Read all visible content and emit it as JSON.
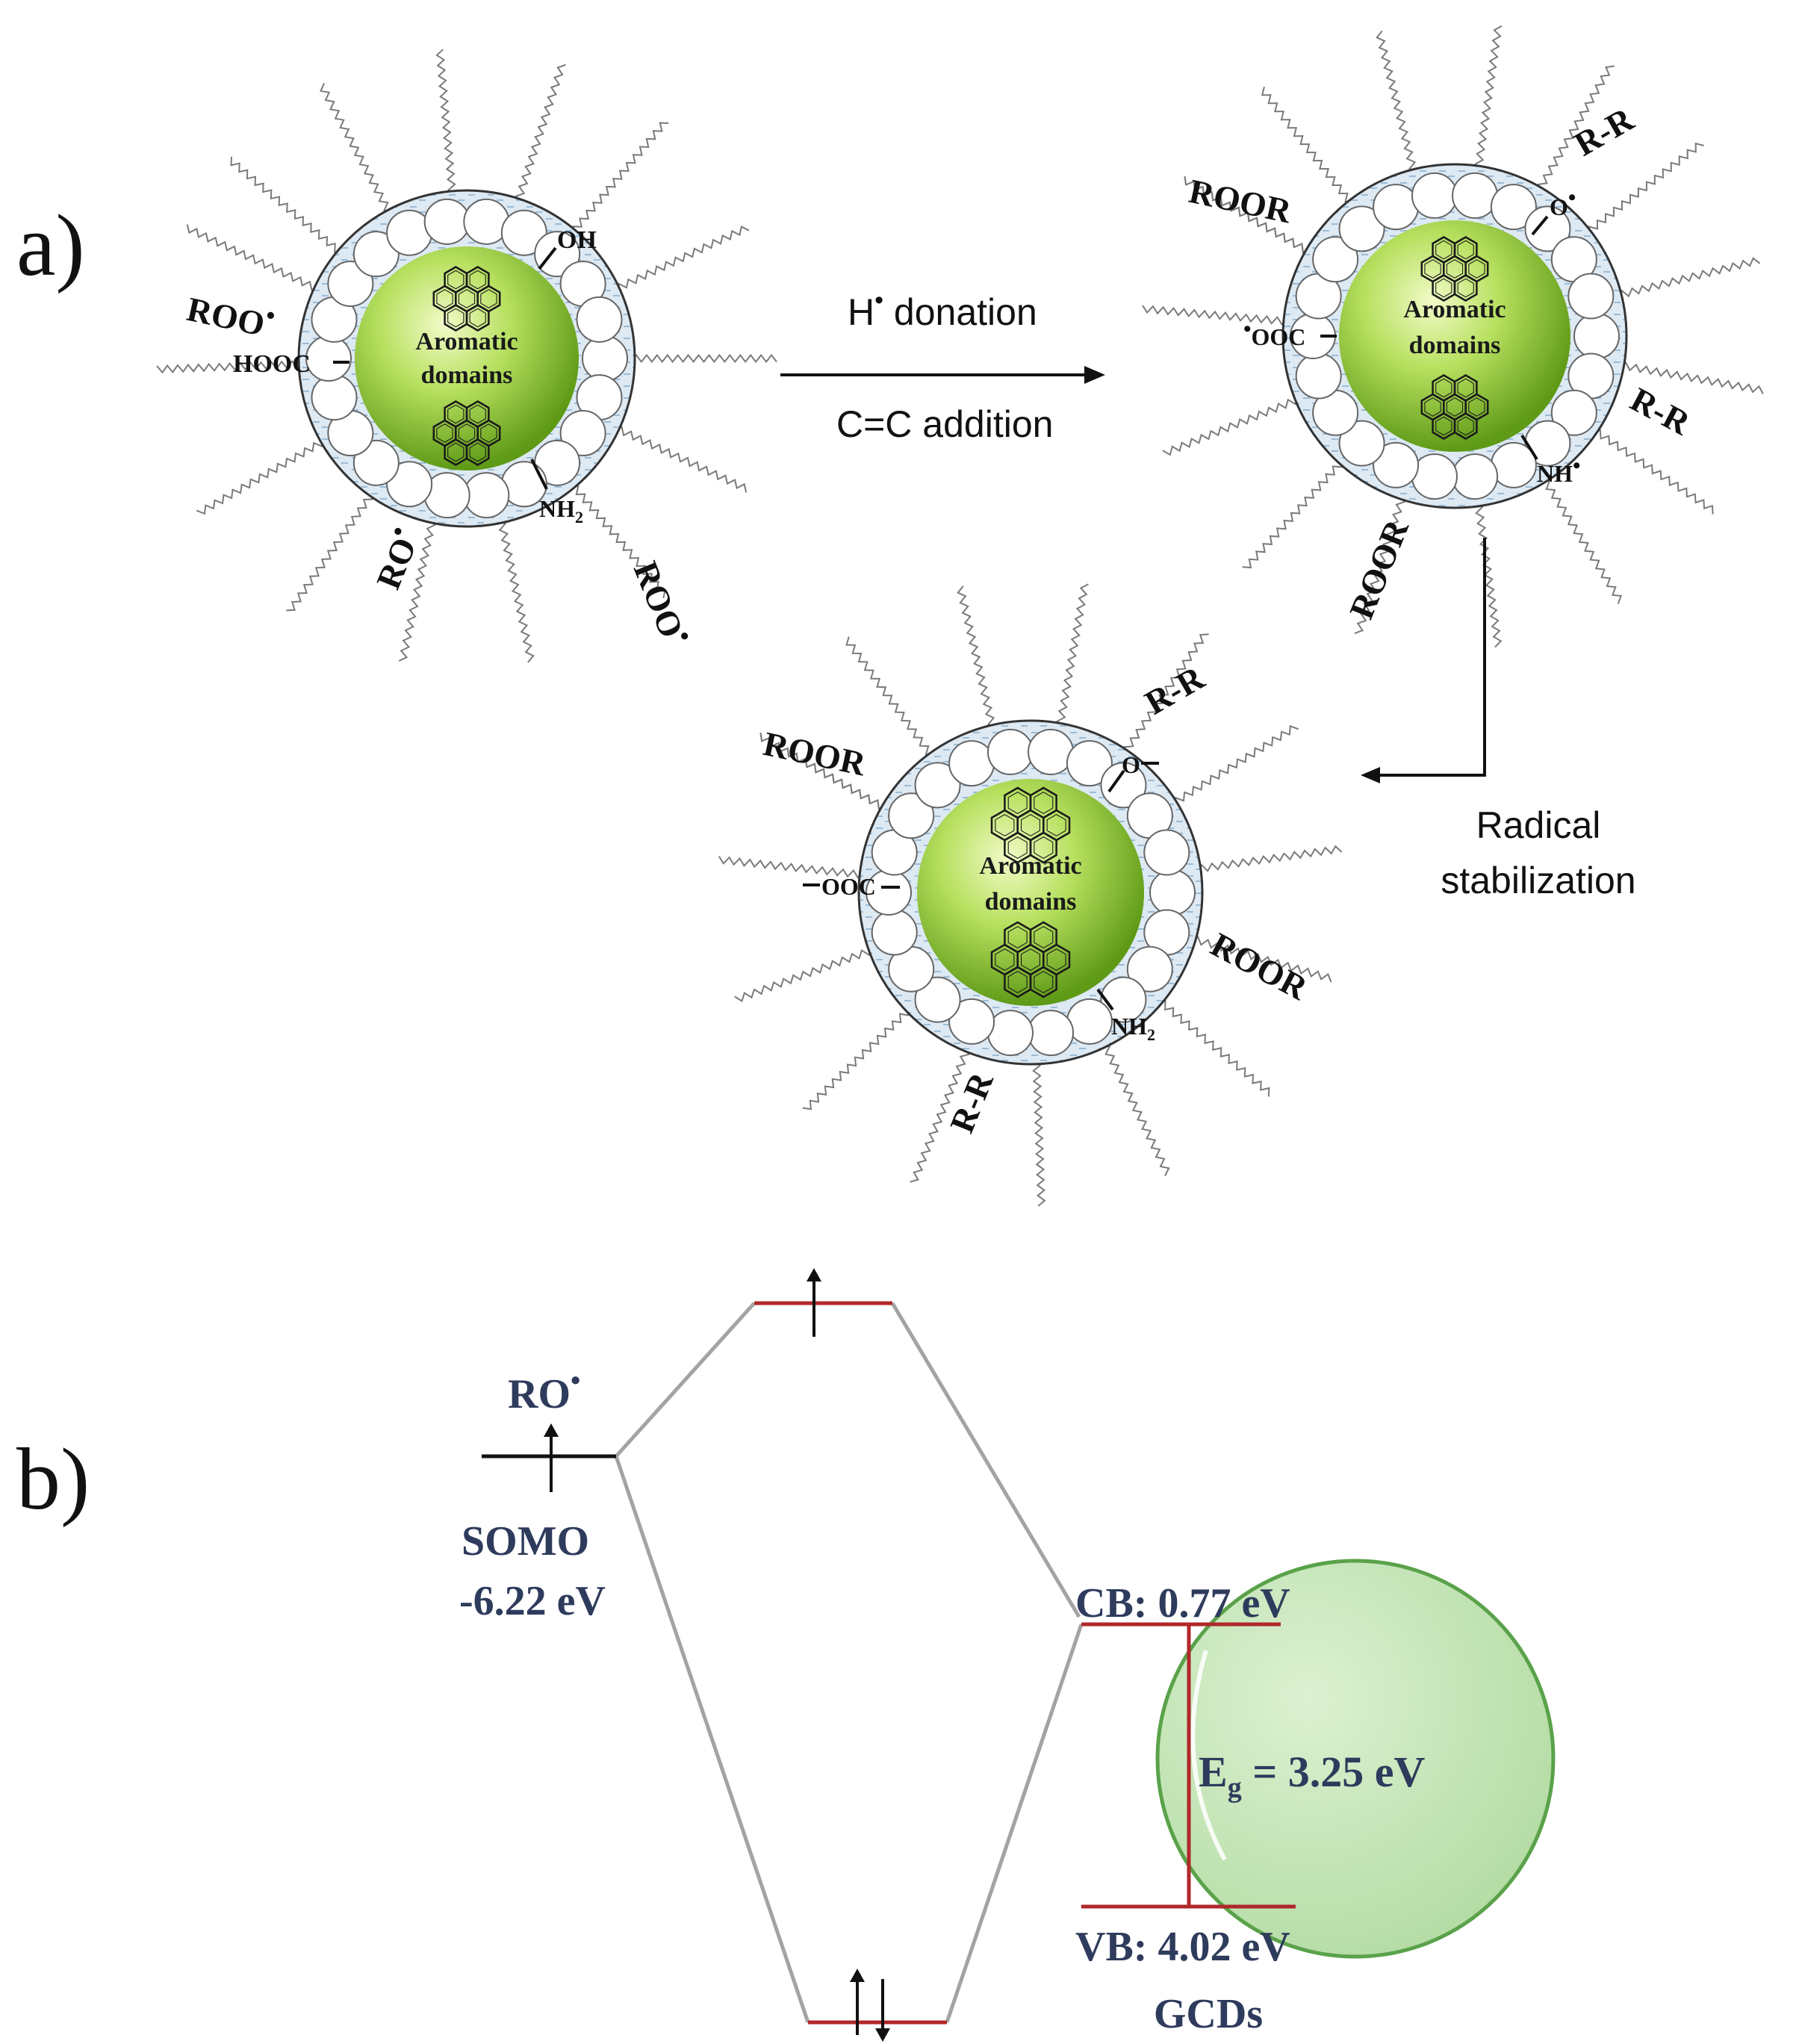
{
  "colors": {
    "shell_fill": "#dde9f3",
    "core_light": "#eef9c0",
    "core_mid": "#a6d84e",
    "core_dark": "#5e9a16",
    "level_red": "#b0282a",
    "connector_gray": "#a0a0a0",
    "mo_text": "#2e3b5c",
    "gcd_fill": "#bfe3b2",
    "gcd_stroke": "#5aa24a"
  },
  "panel_a": {
    "label": "a)",
    "core_label_line1": "Aromatic",
    "core_label_line2": "domains",
    "reaction_arrow_top": "H",
    "reaction_arrow_top_sup": "•",
    "reaction_arrow_top_rest": " donation",
    "reaction_arrow_bottom": "C=C addition",
    "stabilization_line1": "Radical",
    "stabilization_line2": "stabilization",
    "particle1": {
      "oh": "OH",
      "hooc": "HOOC",
      "nh2_main": "NH",
      "nh2_sub": "2",
      "roo_left": "ROO",
      "roo_right": "ROO",
      "ro": "RO",
      "dot": "•"
    },
    "particle2": {
      "o_radical": "O",
      "ooc_radical": "OOC",
      "nh_radical": "NH",
      "roor_top": "ROOR",
      "roor_bottom": "ROOR",
      "rr_top": "R-R",
      "rr_right": "R-R",
      "dot": "•"
    },
    "particle3": {
      "o_minus": "O",
      "ooc_minus": "OOC",
      "nh2_main": "NH",
      "nh2_sub": "2",
      "roor_top": "ROOR",
      "roor_right": "ROOR",
      "rr_top": "R-R",
      "rr_bottom": "R-R"
    }
  },
  "panel_b": {
    "label": "b)",
    "ro_radical": "RO",
    "ro_dot": "•",
    "somo_label": "SOMO",
    "somo_energy": "-6.22 eV",
    "cb_label": "CB: 0.77 eV",
    "vb_label": "VB: 4.02 eV",
    "eg_main": "E",
    "eg_sub": "g",
    "eg_value": " = 3.25 eV",
    "gcd_label": "GCDs"
  }
}
